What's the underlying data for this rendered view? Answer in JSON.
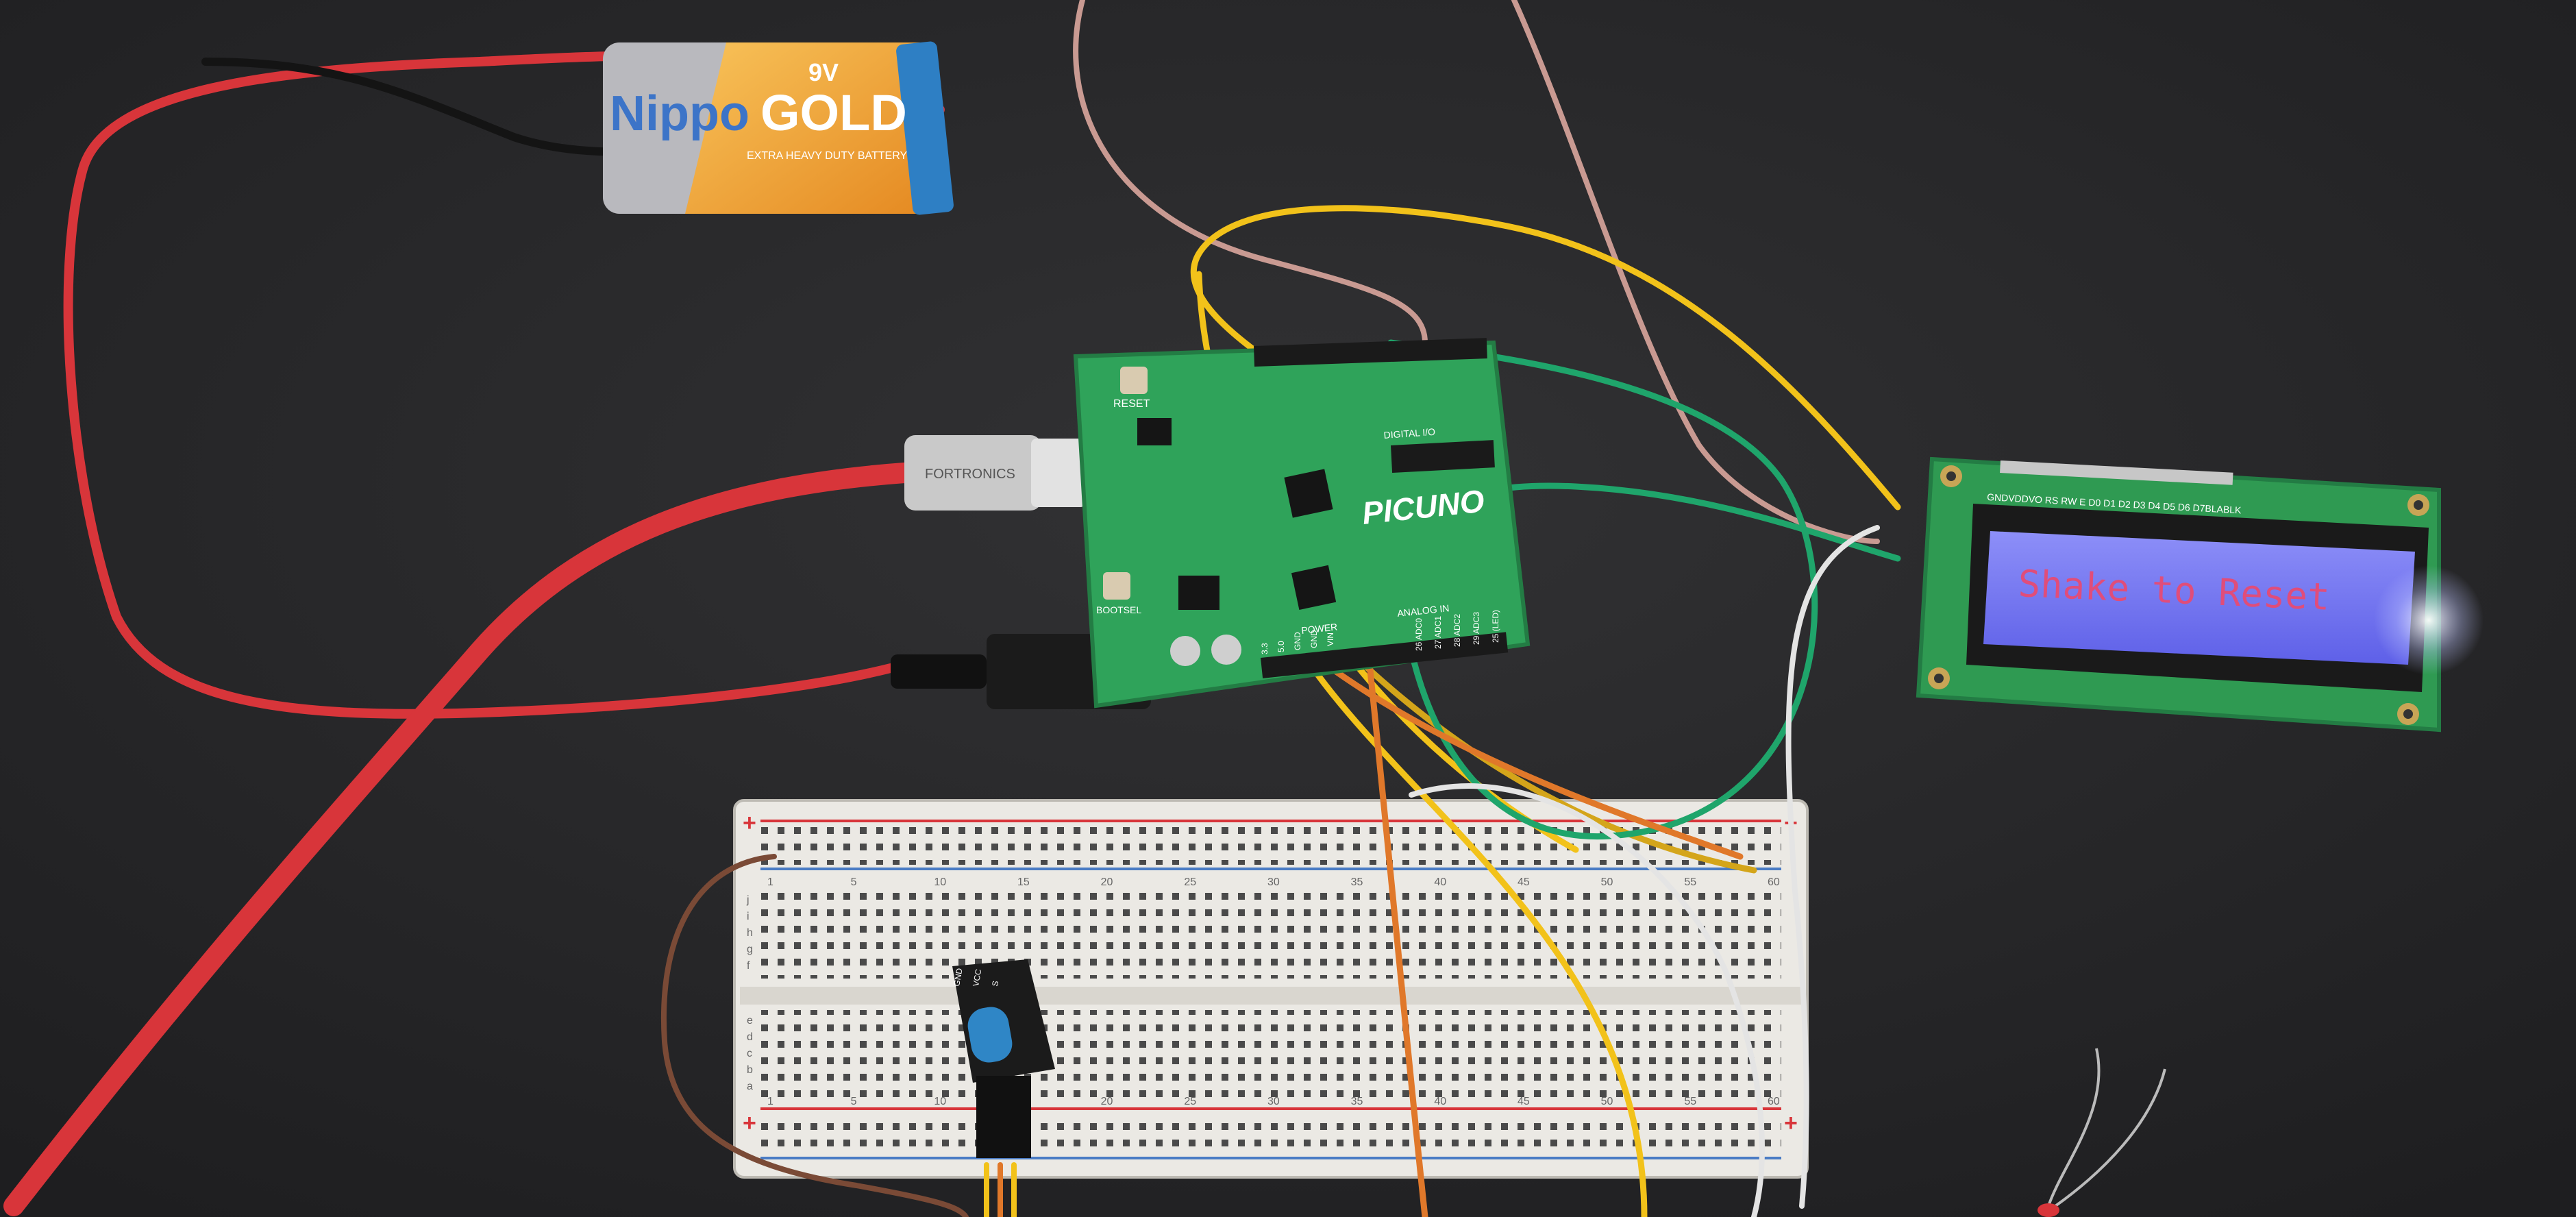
{
  "battery": {
    "brand": "Nippo",
    "model": "GOLD",
    "voltage": "9V",
    "tagline": "EXTRA HEAVY DUTY BATTERY"
  },
  "board": {
    "name": "PICUNO",
    "reset_label": "RESET",
    "bootsel_label": "BOOTSEL",
    "digital_label": "DIGITAL I/O",
    "analog_label": "ANALOG IN",
    "power_label": "POWER",
    "pins_left": [
      "3.3",
      "5.0",
      "GND",
      "GND",
      "VIN"
    ],
    "pins_right": [
      "26 ADC0",
      "27 ADC1",
      "28 ADC2",
      "29 ADC3",
      "25 (LED)"
    ]
  },
  "usb_cable": {
    "brand": "FORTRONICS"
  },
  "lcd": {
    "message": "Shake to Reset",
    "pin_header": "GNDVDDVO RS RW E  D0 D1 D2 D3 D4  D5 D6 D7BLABLK",
    "backlight_color": "#6b6cf2",
    "text_color": "#e04d7a"
  },
  "breadboard": {
    "row_numbers": [
      "1",
      "5",
      "10",
      "15",
      "20",
      "25",
      "30",
      "35",
      "40",
      "45",
      "50",
      "55",
      "60"
    ],
    "plus_sign": "+",
    "minus_sign": "−",
    "letters_top": [
      "j",
      "i",
      "h",
      "g",
      "f"
    ],
    "letters_bottom": [
      "e",
      "d",
      "c",
      "b",
      "a"
    ]
  },
  "sensor": {
    "pin_labels": [
      "GND",
      "VCC",
      "S"
    ]
  },
  "colors": {
    "table": "#2a2a2c",
    "pcb": "#2fa35a",
    "battery_silver": "#b9b9be",
    "battery_gold": "#f1a23a",
    "battery_cap": "#2e7fc4",
    "red_wire": "#d8353a",
    "green_wire": "#1fa56b",
    "yellow_wire": "#f2c21a",
    "orange_wire": "#e0782a",
    "pink_wire": "#d2a09a",
    "white_wire": "#e4e4e4",
    "brown_wire": "#7a4a36",
    "breadboard": "#e9e7e2"
  }
}
